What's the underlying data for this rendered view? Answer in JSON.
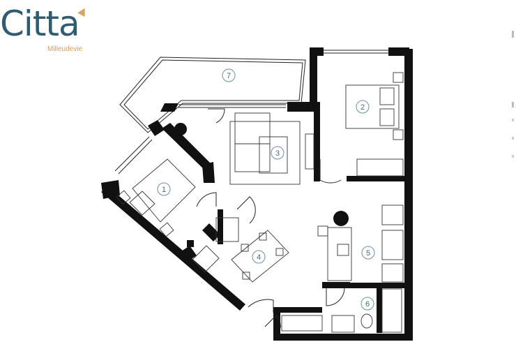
{
  "brand": {
    "name": "Citta",
    "tagline": "Milleudevie",
    "colors": {
      "primary": "#2f5c73",
      "accent": "#d9a565"
    }
  },
  "rooms": [
    {
      "number": "1"
    },
    {
      "number": "2"
    },
    {
      "number": "3"
    },
    {
      "number": "4"
    },
    {
      "number": "5"
    },
    {
      "number": "6"
    },
    {
      "number": "7"
    }
  ]
}
